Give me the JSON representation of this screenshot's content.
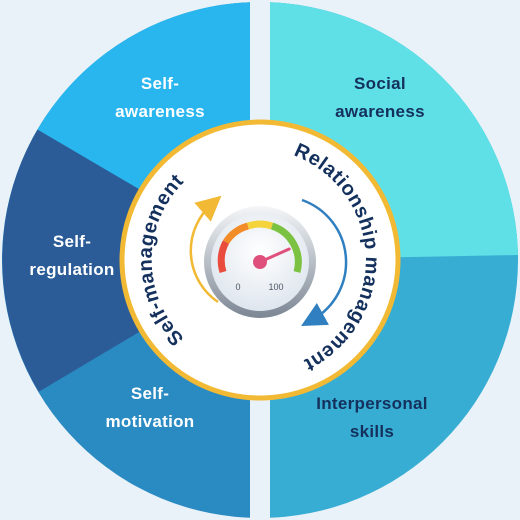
{
  "segments": {
    "self_awareness": {
      "label": "Self-\nawareness",
      "color": "#29b6ee"
    },
    "self_regulation": {
      "label": "Self-\nregulation",
      "color": "#2b5c98"
    },
    "self_motivation": {
      "label": "Self-\nmotivation",
      "color": "#2a8ac2"
    },
    "social_awareness": {
      "label": "Social\nawareness",
      "color": "#5fdfe6"
    },
    "interpersonal_skills": {
      "label": "Interpersonal\nskills",
      "color": "#38add3"
    }
  },
  "arcs": {
    "left_title": "Self-management",
    "right_title": "Relationship management",
    "left_arrow_color": "#f1b934",
    "right_arrow_color": "#2f7fc1"
  },
  "ring_color": "#f1b934",
  "gauge": {
    "min_label": "0",
    "max_label": "100",
    "value_fraction": 0.72
  }
}
